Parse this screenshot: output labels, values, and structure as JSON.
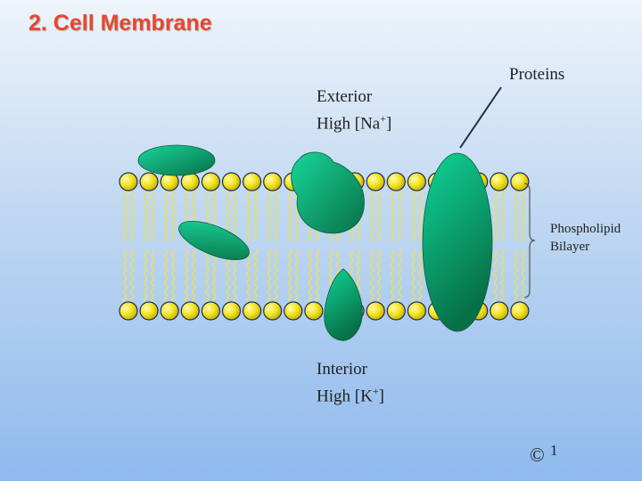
{
  "slide": {
    "title": "2. Cell Membrane"
  },
  "labels": {
    "exterior_line1": "Exterior",
    "exterior_line2_prefix": "High [Na",
    "exterior_sup": "+",
    "exterior_suffix": "]",
    "interior_line1": "Interior",
    "interior_line2_prefix": "High [K",
    "interior_sup": "+",
    "interior_suffix": "]",
    "proteins": "Proteins",
    "phospholipid": "Phospholipid",
    "bilayer": "Bilayer",
    "copyright_symbol": "©",
    "copyright_number": "1"
  },
  "colors": {
    "title": "#e8472b",
    "lipid_head": "#f2e21a",
    "lipid_tail": "#e6e064",
    "protein_light": "#12c98e",
    "protein_dark": "#0a7a4e"
  }
}
